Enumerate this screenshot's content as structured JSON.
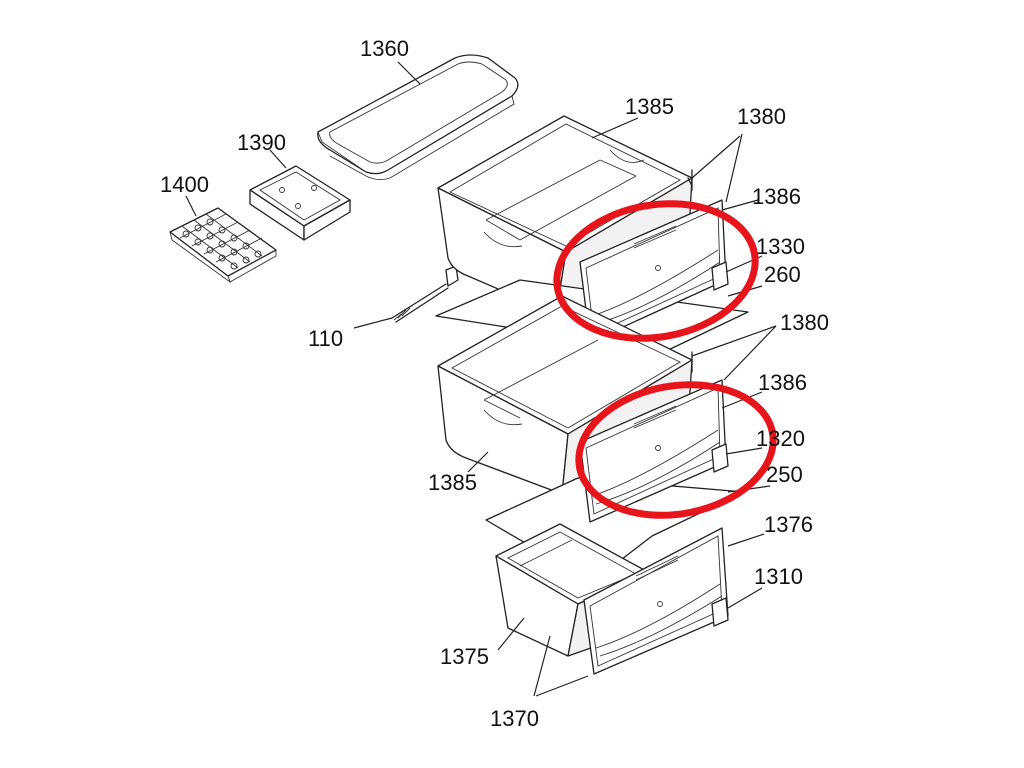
{
  "diagram": {
    "highlight_color": "#e8141b",
    "line_color": "#222222",
    "labels": {
      "l1360": "1360",
      "l1385a": "1385",
      "l1380a": "1380",
      "l1390": "1390",
      "l1400": "1400",
      "l1386a": "1386",
      "l1330": "1330",
      "l260": "260",
      "l110": "110",
      "l1380b": "1380",
      "l1386b": "1386",
      "l1320": "1320",
      "l250": "250",
      "l1385b": "1385",
      "l1376": "1376",
      "l1310": "1310",
      "l1375": "1375",
      "l1370": "1370"
    }
  }
}
